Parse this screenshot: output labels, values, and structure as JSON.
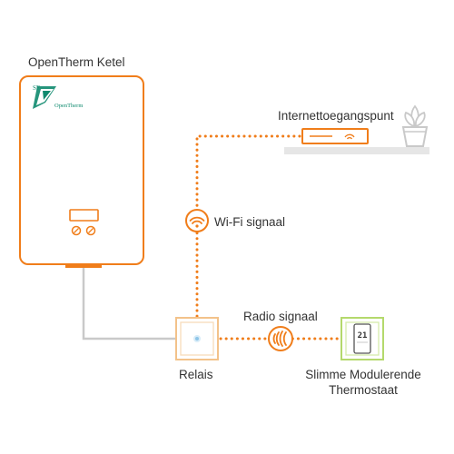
{
  "boiler": {
    "title": "OpenTherm Ketel",
    "logo_mark": "SF",
    "logo_text": "OpenTherm"
  },
  "router": {
    "label": "Internettoegangspunt"
  },
  "wifi": {
    "label": "Wi-Fi signaal"
  },
  "radio": {
    "label": "Radio signaal"
  },
  "relay": {
    "label": "Relais"
  },
  "thermostat": {
    "label_line1": "Slimme Modulerende",
    "label_line2": "Thermostaat",
    "display_value": "21"
  },
  "colors": {
    "orange": "#f07d1a",
    "gray_line": "#c9c9c9",
    "relay_frame": "#f3c28a",
    "relay_led": "#8ec5e8",
    "thermostat_frame": "#b4d96c",
    "shelf": "#e6e6e6",
    "plant": "#c9c9c9",
    "logo_green": "#0e8a6e"
  },
  "icons": [
    "wifi-icon",
    "radio-signal-icon",
    "router-icon",
    "plant-icon",
    "opentherm-logo"
  ]
}
